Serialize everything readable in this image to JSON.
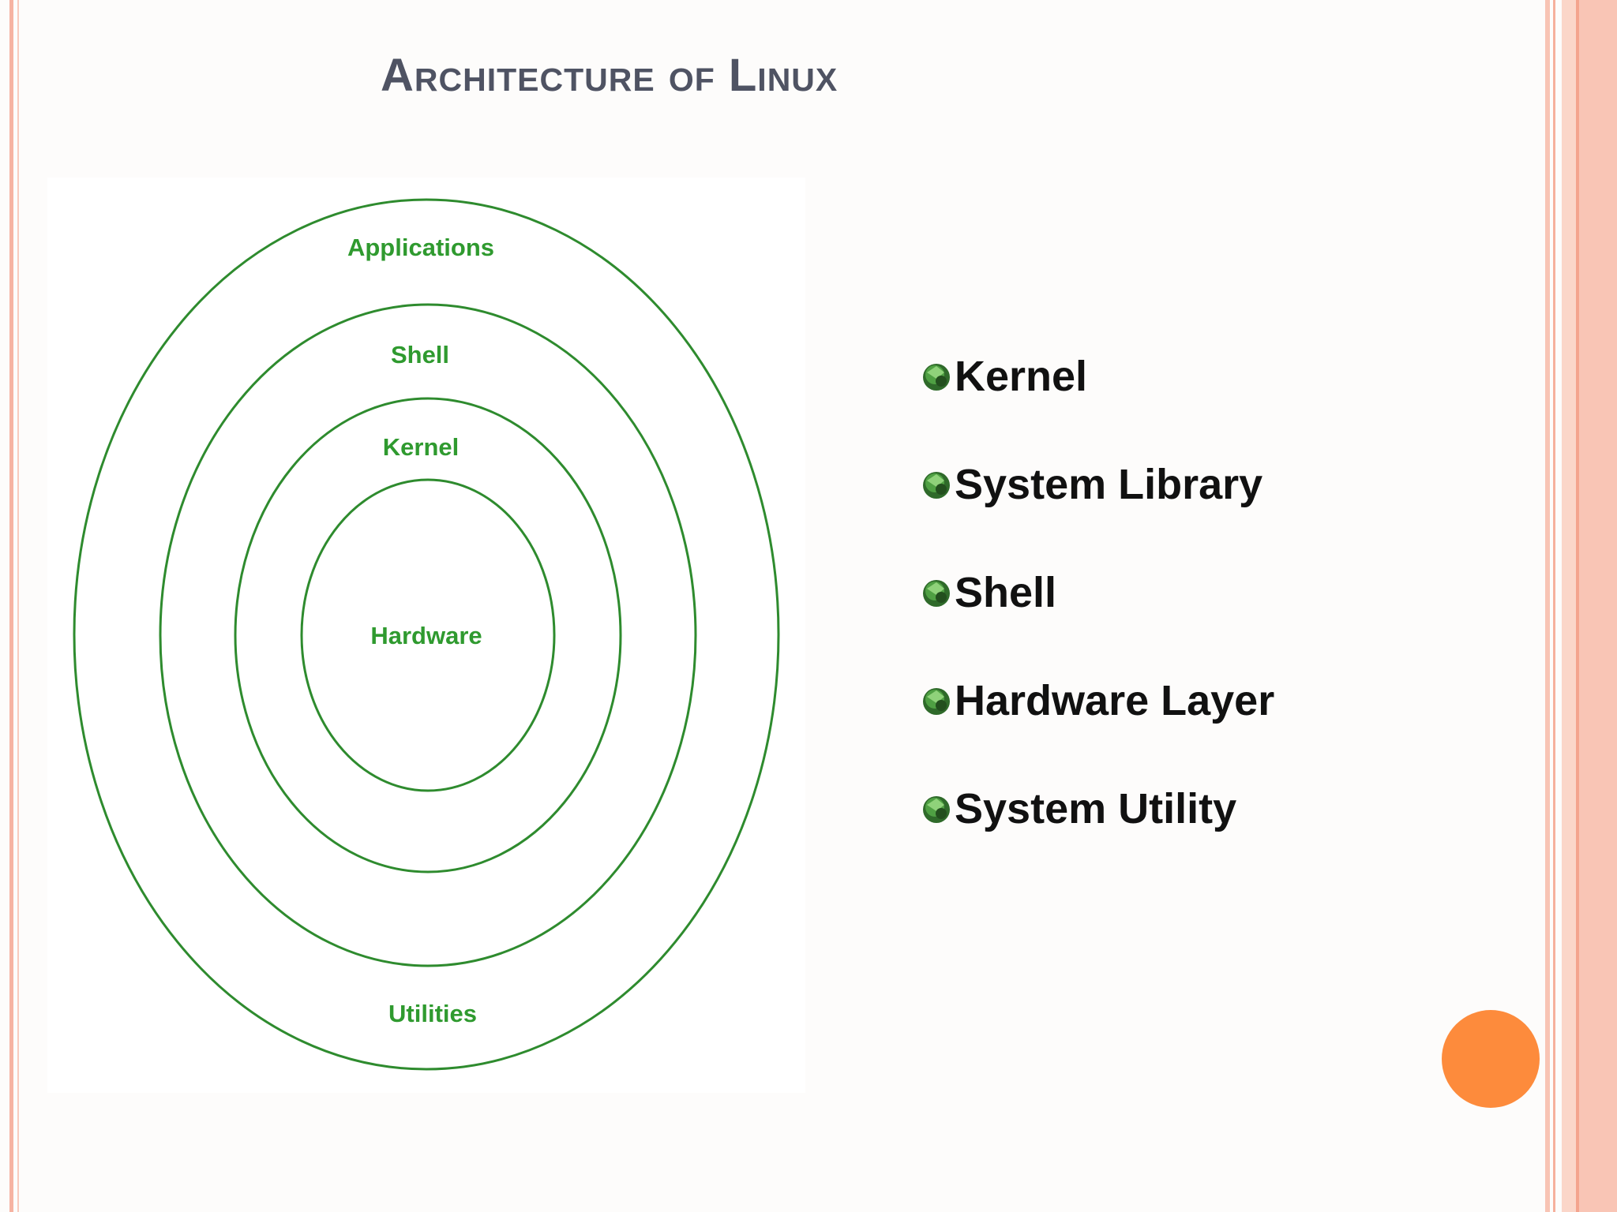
{
  "slide": {
    "title": "Architecture of Linux",
    "accent_color": "#fd8b3c",
    "border_color": "#f6b3a2",
    "title_color": "#4f5363"
  },
  "diagram": {
    "ring_color": "#2e8b2e",
    "label_color": "#2f9a2f",
    "labels": {
      "applications": "Applications",
      "shell": "Shell",
      "kernel": "Kernel",
      "hardware": "Hardware",
      "utilities": "Utilities"
    }
  },
  "bullets": {
    "icon": "green-gem-bullet-icon",
    "items": [
      {
        "label": "Kernel"
      },
      {
        "label": "System Library"
      },
      {
        "label": "Shell"
      },
      {
        "label": "Hardware Layer"
      },
      {
        "label": "System Utility"
      }
    ]
  }
}
